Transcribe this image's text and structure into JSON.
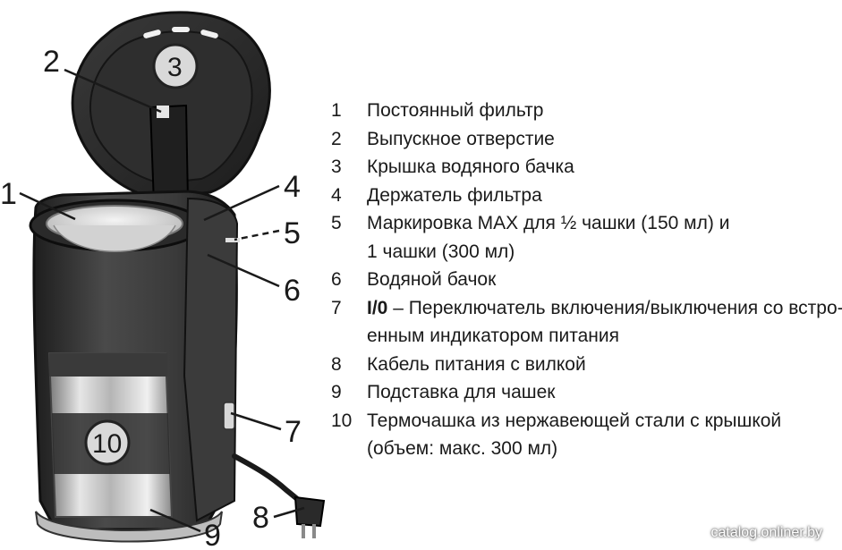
{
  "callouts": {
    "c1": "1",
    "c2": "2",
    "c3": "3",
    "c4": "4",
    "c5": "5",
    "c6": "6",
    "c7": "7",
    "c8": "8",
    "c9": "9",
    "c10": "10"
  },
  "legend": [
    {
      "num": "1",
      "text": "Постоянный фильтр"
    },
    {
      "num": "2",
      "text": "Выпускное отверстие"
    },
    {
      "num": "3",
      "text": "Крышка водяного бачка"
    },
    {
      "num": "4",
      "text": "Держатель фильтра"
    },
    {
      "num": "5",
      "text": "Маркировка MAX для ½ чашки (150 мл) и"
    },
    {
      "num": "",
      "text": "1 чашки (300 мл)"
    },
    {
      "num": "6",
      "text": "Водяной бачок"
    },
    {
      "num": "7",
      "bold": "I/0",
      "text": " – Переключатель включения/выключения со встро-"
    },
    {
      "num": "",
      "text": "енным индикатором питания"
    },
    {
      "num": "8",
      "text": "Кабель питания с вилкой"
    },
    {
      "num": "9",
      "text": "Подставка для чашек"
    },
    {
      "num": "10",
      "text": "Термочашка из нержавеющей стали с крышкой"
    },
    {
      "num": "",
      "text": "(объем: макс. 300 мл)"
    }
  ],
  "watermark": "catalog.onliner.by",
  "colors": {
    "body_dark": "#2b2b2b",
    "body_mid": "#4a4a4a",
    "steel_light": "#d8d8d8",
    "steel_dark": "#8a8a8a",
    "filter": "#e9e9e9"
  }
}
